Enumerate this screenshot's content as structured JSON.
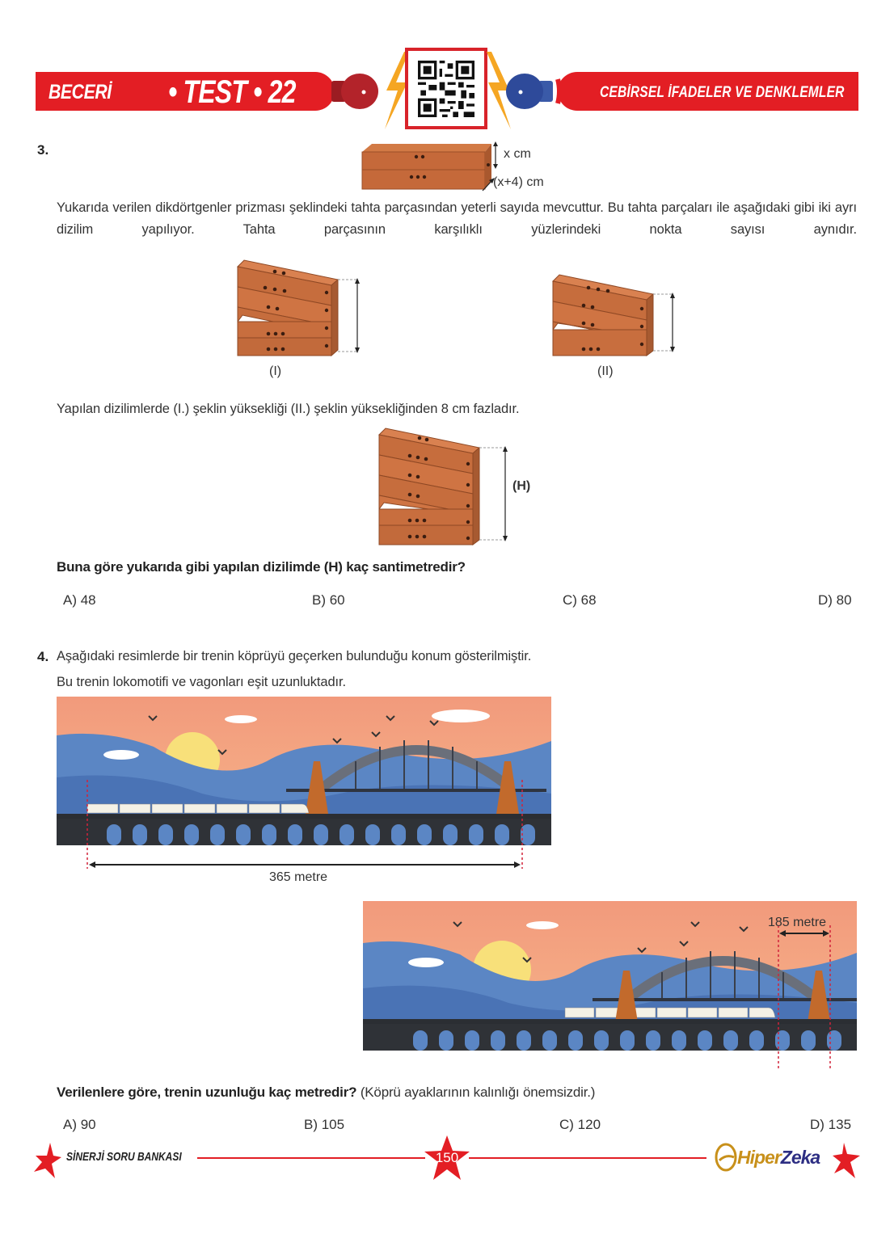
{
  "header": {
    "left_label": "BECERİ",
    "test_title": "• TEST • 22",
    "topic": "CEBİRSEL İFADELER VE DENKLEMLER",
    "icons": [
      "red-boxing-glove-icon",
      "lightning-bolt-icon",
      "qr-code",
      "blue-boxing-glove-icon"
    ],
    "colors": {
      "banner": "#e31e24",
      "glove_left": "#b3232a",
      "glove_right": "#2e4a9a",
      "bolt": "#f5a623"
    }
  },
  "question3": {
    "number": "3.",
    "prism_labels": {
      "height": "x cm",
      "depth": "(x+4) cm"
    },
    "text": "Yukarıda verilen dikdörtgenler prizması şeklindeki tahta parçasından yeterli sayıda mevcuttur. Bu tahta parçaları ile aşağıdaki gibi iki ayrı dizilim yapılıyor. Tahta parçasının karşılıklı yüzlerindeki nokta sayısı aynıdır.",
    "figure_labels": [
      "(I)",
      "(II)"
    ],
    "statement": "Yapılan dizilimlerde (I.) şeklin yüksekliği (II.) şeklin yüksekliğinden 8 cm fazladır.",
    "h_label": "(H)",
    "prompt": "Buna göre yukarıda gibi yapılan dizilimde (H) kaç santimetredir?",
    "choices": [
      "A) 48",
      "B) 60",
      "C) 68",
      "D) 80"
    ]
  },
  "question4": {
    "number": "4.",
    "text_line1": "Aşağıdaki resimlerde bir trenin köprüyü geçerken bulunduğu konum gösterilmiştir.",
    "text_line2": "Bu trenin lokomotifi ve vagonları eşit uzunluktadır.",
    "image1_measure": "365 metre",
    "image2_measure": "185 metre",
    "prompt_bold": "Verilenlere göre, trenin uzunluğu kaç metredir?",
    "prompt_note": " (Köprü ayaklarının kalınlığı önemsizdir.)",
    "choices": [
      "A) 90",
      "B) 105",
      "C) 120",
      "D) 135"
    ]
  },
  "footer": {
    "series": "SİNERJİ SORU BANKASI",
    "page": "150",
    "brand_part1": "Hiper",
    "brand_part2": "Zeka"
  }
}
